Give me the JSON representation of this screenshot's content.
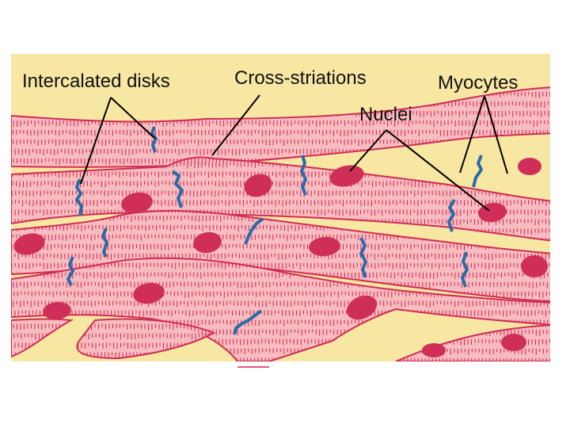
{
  "labels": {
    "intercalated_disks": "Intercalated disks",
    "cross_striations": "Cross-striations",
    "myocytes": "Myocytes",
    "nuclei": "Nuclei"
  },
  "colors": {
    "background": "#f8e6a3",
    "cell_fill": "#f6bcc0",
    "cell_outline": "#cf2e54",
    "striation": "#d9234f",
    "nucleus": "#cf2e58",
    "intercalated_disk": "#2a6aa8",
    "leader_line": "#000000",
    "text": "#111111"
  }
}
